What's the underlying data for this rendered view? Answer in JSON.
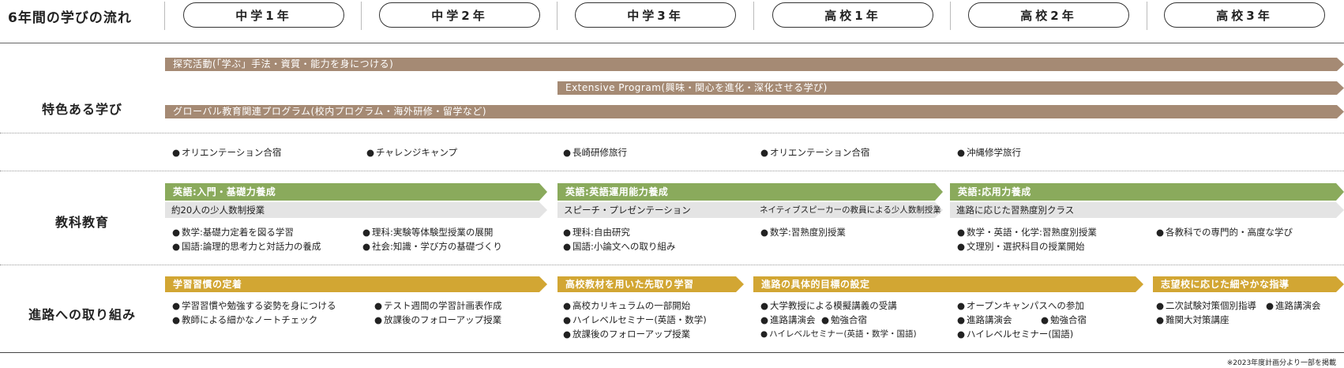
{
  "title": "6年間の学びの流れ",
  "years": [
    "中学1年",
    "中学2年",
    "中学3年",
    "高校1年",
    "高校2年",
    "高校3年"
  ],
  "rows": {
    "special": "特色ある学び",
    "subject": "教科教育",
    "career": "進路への取り組み"
  },
  "special": {
    "bars": [
      "探究活動(「学ぶ」手法・資質・能力を身につける)",
      "Extensive Program(興味・関心を進化・深化させる学び)",
      "グローバル教育関連プログラム(校内プログラム・海外研修・留学など)"
    ],
    "events": [
      "オリエンテーション合宿",
      "チャレンジキャンプ",
      "長崎研修旅行",
      "オリエンテーション合宿",
      "沖縄修学旅行"
    ]
  },
  "subject": {
    "phases": [
      "英語:入門・基礎力養成",
      "英語:英語運用能力養成",
      "英語:応用力養成"
    ],
    "subs": [
      "約20人の少人数制授業",
      "スピーチ・プレゼンテーション",
      "ネイティブスピーカーの教員による少人数制授業",
      "進路に応じた習熟度別クラス"
    ],
    "items": [
      "数学:基礎力定着を図る学習",
      "国語:論理的思考力と対話力の養成",
      "理科:実験等体験型授業の展開",
      "社会:知識・学び方の基礎づくり",
      "理科:自由研究",
      "国語:小論文への取り組み",
      "数学:習熟度別授業",
      "数学・英語・化学:習熟度別授業",
      "文理別・選択科目の授業開始",
      "各教科での専門的・高度な学び"
    ]
  },
  "career": {
    "phases": [
      "学習習慣の定着",
      "高校教材を用いた先取り学習",
      "進路の具体的目標の設定",
      "志望校に応じた細やかな指導"
    ],
    "items": [
      "学習習慣や勉強する姿勢を身につける",
      "教師による細かなノートチェック",
      "テスト週間の学習計画表作成",
      "放課後のフォローアップ授業",
      "高校カリキュラムの一部開始",
      "ハイレベルセミナー(英語・数学)",
      "放課後のフォローアップ授業",
      "大学教授による模擬講義の受講",
      "進路講演会",
      "勉強合宿",
      "ハイレベルセミナー(英語・数学・国語)",
      "オープンキャンパスへの参加",
      "進路講演会",
      "勉強合宿",
      "ハイレベルセミナー(国語)",
      "二次試験対策個別指導",
      "進路講演会",
      "難関大対策講座"
    ]
  },
  "note": "※2023年度計画分より一部を掲載",
  "colors": {
    "brown": "#a58a74",
    "green": "#8aaa5c",
    "gold": "#d2a633",
    "grey": "#e4e4e4"
  }
}
